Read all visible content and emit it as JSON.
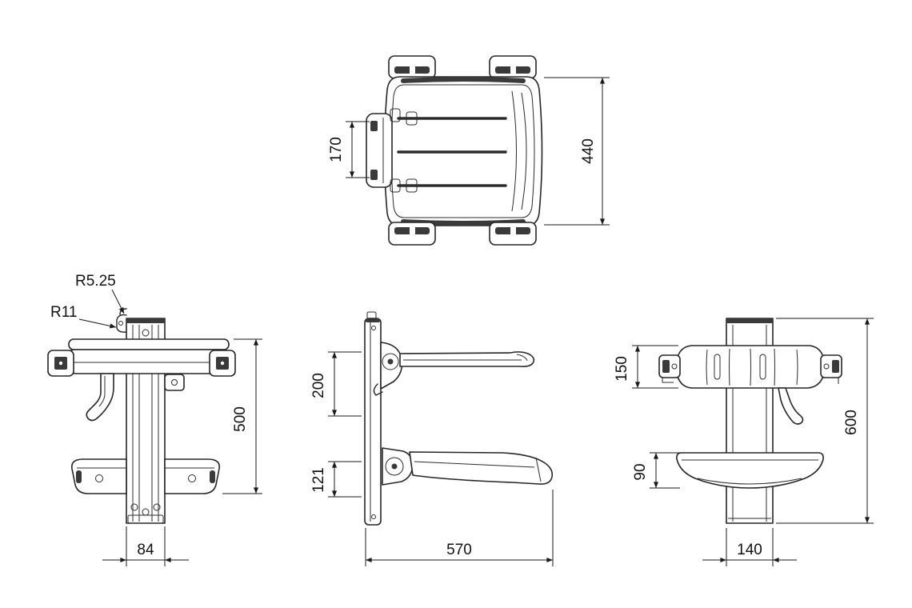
{
  "colors": {
    "background": "#ffffff",
    "line": "#262626",
    "dark_fill": "#3a3a3a",
    "dim_line": "#1a1a1a",
    "text": "#111111"
  },
  "views": {
    "top": {
      "dim_bracket": "170",
      "dim_depth": "440"
    },
    "front": {
      "radius_small": "R5.25",
      "radius_large": "R11",
      "dim_height": "500",
      "dim_rail_width": "84"
    },
    "side": {
      "dim_upper": "200",
      "dim_lower": "121",
      "dim_depth": "570"
    },
    "end": {
      "dim_seat": "150",
      "dim_shelf": "90",
      "dim_height": "600",
      "dim_column_width": "140"
    }
  }
}
